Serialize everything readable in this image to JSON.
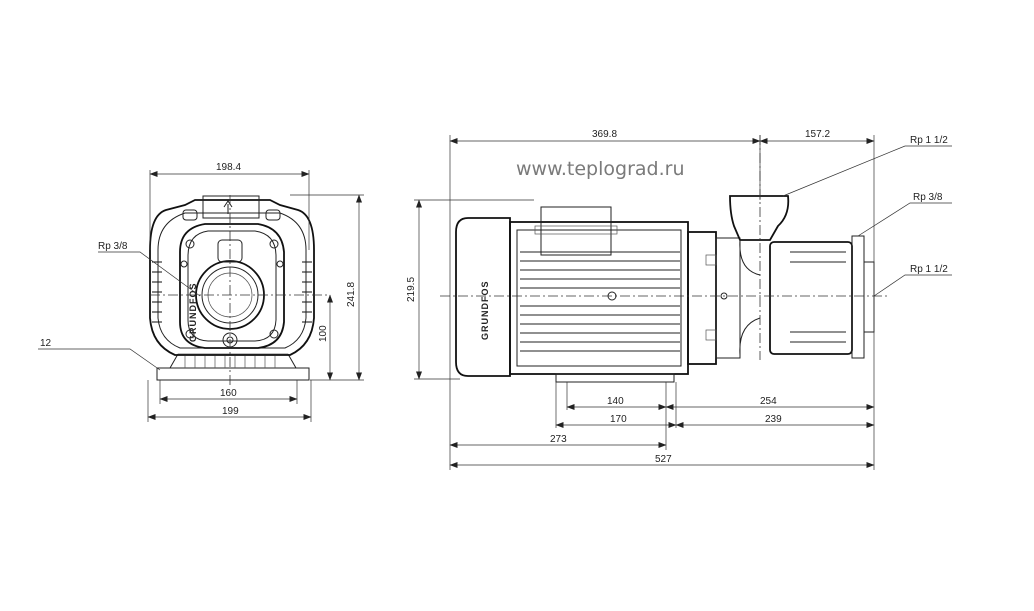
{
  "watermark": "www.teplograd.ru",
  "brand": "GRUNDFOS",
  "front_view": {
    "dim_width_top": "198.4",
    "dim_height": "241.8",
    "dim_axis_height": "100",
    "dim_foot_inner": "160",
    "dim_foot_outer": "199",
    "label_rp": "Rp 3/8",
    "label_foot": "12"
  },
  "side_view": {
    "dim_motor_length": "369.8",
    "dim_pump_length": "157.2",
    "dim_height": "219.5",
    "dim_140": "140",
    "dim_170": "170",
    "dim_254": "254",
    "dim_239": "239",
    "dim_273": "273",
    "dim_527": "527",
    "label_rp_top": "Rp 1 1/2",
    "label_rp_mid": "Rp 3/8",
    "label_rp_bottom": "Rp 1 1/2"
  }
}
